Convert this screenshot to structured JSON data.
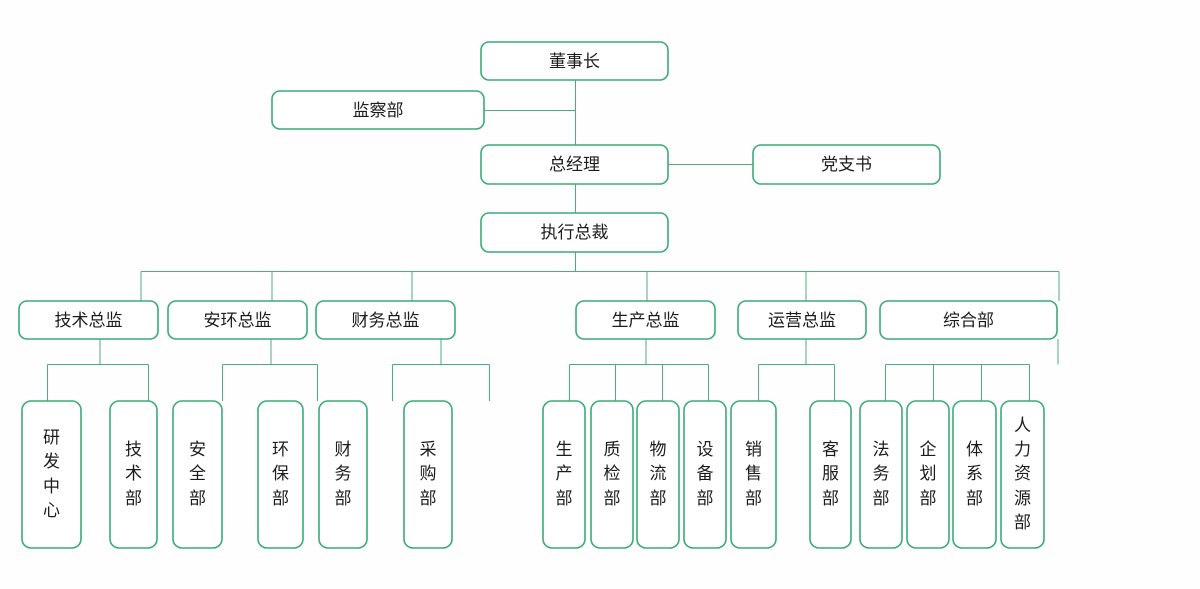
{
  "chart_title": "",
  "theme": {
    "box_stroke": "#3aab77",
    "connector_stroke": "#4aae83",
    "box_fill": "#ffffff",
    "text_color": "#1c1c1c",
    "page_background": "#fefefe"
  },
  "chart_data": {
    "type": "diagram",
    "diagram_kind": "organization-chart",
    "orientation": "top-down",
    "levels": [
      {
        "level": 1,
        "nodes": [
          "董事长"
        ]
      },
      {
        "level": 2,
        "nodes": [
          "监察部",
          "总经理",
          "党支书"
        ]
      },
      {
        "level": 3,
        "nodes": [
          "执行总裁"
        ]
      },
      {
        "level": 4,
        "nodes": [
          "技术总监",
          "安环总监",
          "财务总监",
          "生产总监",
          "运营总监",
          "综合部"
        ]
      },
      {
        "level": 5,
        "nodes": [
          "研发中心",
          "技术部",
          "安全部",
          "环保部",
          "财务部",
          "采购部",
          "生产部",
          "质检部",
          "物流部",
          "设备部",
          "销售部",
          "客服部",
          "法务部",
          "企划部",
          "体系部",
          "人力资源部"
        ]
      }
    ],
    "edges": [
      {
        "from": "董事长",
        "to": "总经理"
      },
      {
        "from": "董事长",
        "to": "监察部"
      },
      {
        "from": "总经理",
        "to": "党支书"
      },
      {
        "from": "总经理",
        "to": "执行总裁"
      },
      {
        "from": "执行总裁",
        "to": "技术总监"
      },
      {
        "from": "执行总裁",
        "to": "安环总监"
      },
      {
        "from": "执行总裁",
        "to": "财务总监"
      },
      {
        "from": "执行总裁",
        "to": "生产总监"
      },
      {
        "from": "执行总裁",
        "to": "运营总监"
      },
      {
        "from": "执行总裁",
        "to": "综合部"
      },
      {
        "from": "技术总监",
        "to": "研发中心"
      },
      {
        "from": "技术总监",
        "to": "技术部"
      },
      {
        "from": "安环总监",
        "to": "安全部"
      },
      {
        "from": "安环总监",
        "to": "环保部"
      },
      {
        "from": "财务总监",
        "to": "财务部"
      },
      {
        "from": "财务总监",
        "to": "采购部"
      },
      {
        "from": "生产总监",
        "to": "生产部"
      },
      {
        "from": "生产总监",
        "to": "质检部"
      },
      {
        "from": "生产总监",
        "to": "物流部"
      },
      {
        "from": "生产总监",
        "to": "设备部"
      },
      {
        "from": "运营总监",
        "to": "销售部"
      },
      {
        "from": "运营总监",
        "to": "客服部"
      },
      {
        "from": "综合部",
        "to": "法务部"
      },
      {
        "from": "综合部",
        "to": "企划部"
      },
      {
        "from": "综合部",
        "to": "体系部"
      },
      {
        "from": "综合部",
        "to": "人力资源部"
      }
    ]
  },
  "nodes": {
    "chairman": {
      "label": "董事长",
      "key": "chairman"
    },
    "supervision": {
      "label": "监察部",
      "key": "supervision"
    },
    "general_manager": {
      "label": "总经理",
      "key": "general-manager"
    },
    "party_secretary": {
      "label": "党支书",
      "key": "party-secretary"
    },
    "exec_president": {
      "label": "执行总裁",
      "key": "exec-president"
    },
    "dir_tech": {
      "label": "技术总监",
      "key": "director-technology"
    },
    "dir_safety_env": {
      "label": "安环总监",
      "key": "director-safety-environment"
    },
    "dir_finance": {
      "label": "财务总监",
      "key": "director-finance"
    },
    "dir_production": {
      "label": "生产总监",
      "key": "director-production"
    },
    "dir_operations": {
      "label": "运营总监",
      "key": "director-operations"
    },
    "general_affairs": {
      "label": "综合部",
      "key": "general-affairs-department"
    }
  },
  "departments": [
    {
      "key": "rd-center",
      "chars": [
        "研",
        "发",
        "中",
        "心"
      ],
      "label": "研发中心",
      "parent": "技术总监"
    },
    {
      "key": "technology-dept",
      "chars": [
        "技",
        "术",
        "部"
      ],
      "label": "技术部",
      "parent": "技术总监"
    },
    {
      "key": "safety-dept",
      "chars": [
        "安",
        "全",
        "部"
      ],
      "label": "安全部",
      "parent": "安环总监"
    },
    {
      "key": "environment-dept",
      "chars": [
        "环",
        "保",
        "部"
      ],
      "label": "环保部",
      "parent": "安环总监"
    },
    {
      "key": "finance-dept",
      "chars": [
        "财",
        "务",
        "部"
      ],
      "label": "财务部",
      "parent": "财务总监"
    },
    {
      "key": "purchasing-dept",
      "chars": [
        "采",
        "购",
        "部"
      ],
      "label": "采购部",
      "parent": "财务总监"
    },
    {
      "key": "production-dept",
      "chars": [
        "生",
        "产",
        "部"
      ],
      "label": "生产部",
      "parent": "生产总监"
    },
    {
      "key": "quality-dept",
      "chars": [
        "质",
        "检",
        "部"
      ],
      "label": "质检部",
      "parent": "生产总监"
    },
    {
      "key": "logistics-dept",
      "chars": [
        "物",
        "流",
        "部"
      ],
      "label": "物流部",
      "parent": "生产总监"
    },
    {
      "key": "equipment-dept",
      "chars": [
        "设",
        "备",
        "部"
      ],
      "label": "设备部",
      "parent": "生产总监"
    },
    {
      "key": "sales-dept",
      "chars": [
        "销",
        "售",
        "部"
      ],
      "label": "销售部",
      "parent": "运营总监"
    },
    {
      "key": "customer-service-dept",
      "chars": [
        "客",
        "服",
        "部"
      ],
      "label": "客服部",
      "parent": "运营总监"
    },
    {
      "key": "legal-dept",
      "chars": [
        "法",
        "务",
        "部"
      ],
      "label": "法务部",
      "parent": "综合部"
    },
    {
      "key": "planning-dept",
      "chars": [
        "企",
        "划",
        "部"
      ],
      "label": "企划部",
      "parent": "综合部"
    },
    {
      "key": "system-dept",
      "chars": [
        "体",
        "系",
        "部"
      ],
      "label": "体系部",
      "parent": "综合部"
    },
    {
      "key": "hr-dept",
      "chars": [
        "人",
        "力",
        "资",
        "源",
        "部"
      ],
      "label": "人力资源部",
      "parent": "综合部"
    }
  ]
}
